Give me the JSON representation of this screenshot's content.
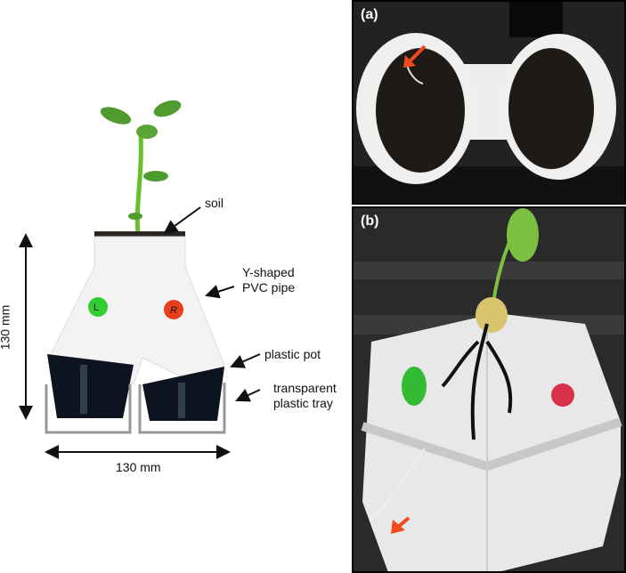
{
  "schematic": {
    "labels": {
      "soil": "soil",
      "pipe_line1": "Y-shaped",
      "pipe_line2": "PVC pipe",
      "pot": "plastic pot",
      "tray_line1": "transparent",
      "tray_line2": "plastic tray",
      "height": "130 mm",
      "width": "130 mm",
      "left_marker": "L",
      "right_marker": "R"
    },
    "colors": {
      "left_marker": "#33cc33",
      "right_marker": "#e8401c",
      "stem": "#66c02a"
    }
  },
  "photos": {
    "a": {
      "tag": "(a)"
    },
    "b": {
      "tag": "(b)"
    },
    "arrow_color": "#f04a1e"
  }
}
